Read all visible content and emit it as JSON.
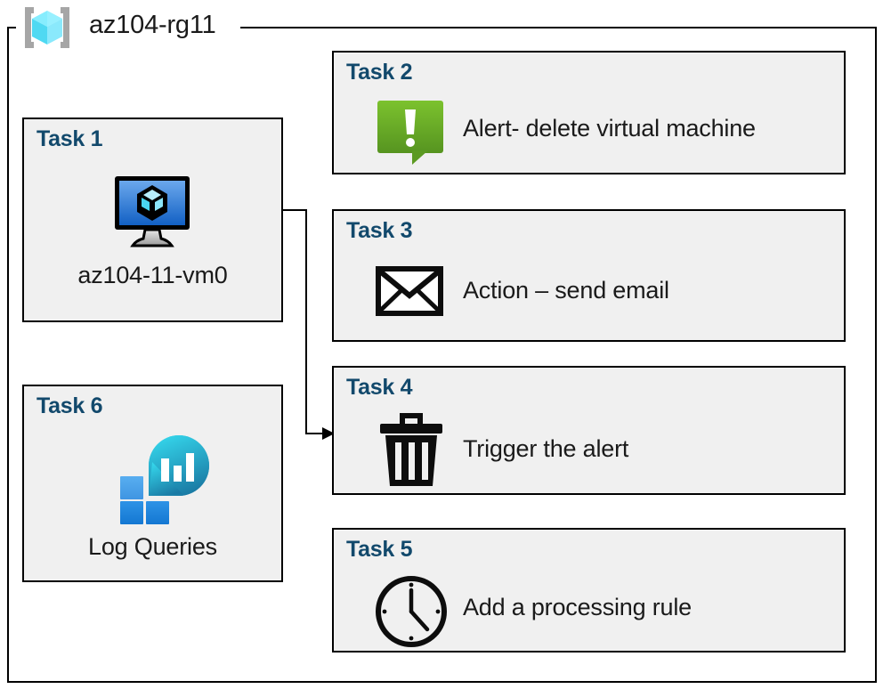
{
  "diagram": {
    "resource_group": {
      "name": "az104-rg11",
      "icon": "resource-group-cube-icon"
    },
    "cards": [
      {
        "id": "task-1",
        "title": "Task 1",
        "label": "az104-11-vm0",
        "icon": "virtual-machine-icon",
        "layout": "vertical"
      },
      {
        "id": "task-2",
        "title": "Task 2",
        "label": "Alert- delete virtual machine",
        "icon": "alert-exclamation-bubble-icon",
        "layout": "horizontal"
      },
      {
        "id": "task-3",
        "title": "Task 3",
        "label": "Action – send email",
        "icon": "envelope-icon",
        "layout": "horizontal"
      },
      {
        "id": "task-4",
        "title": "Task 4",
        "label": "Trigger the alert",
        "icon": "trash-can-icon",
        "layout": "horizontal"
      },
      {
        "id": "task-5",
        "title": "Task 5",
        "label": "Add a processing rule",
        "icon": "clock-icon",
        "layout": "horizontal"
      },
      {
        "id": "task-6",
        "title": "Task 6",
        "label": "Log Queries",
        "icon": "log-analytics-icon",
        "layout": "vertical"
      }
    ],
    "connector": {
      "from": "task-1",
      "to": "task-4",
      "arrow": "arrowhead-right"
    },
    "colors": {
      "task_title": "#12496c",
      "card_fill": "#f0f0f0",
      "card_border": "#000000",
      "body_text": "#1a1a1a",
      "alert_green_light": "#76bc2d",
      "alert_green_dark": "#5a9a22",
      "vm_blue_light": "#5b9be8",
      "vm_blue_dark": "#1565c8",
      "cube_cyan": "#8ee8fb",
      "log_cyan": "#32d0e8",
      "log_teal": "#1c7fa8",
      "log_blue_light": "#4aa3e8",
      "log_blue_dark": "#1e88e0",
      "rg_cube_cyan": "#5fe0f5",
      "rg_bracket_gray": "#a6a6a6"
    }
  }
}
